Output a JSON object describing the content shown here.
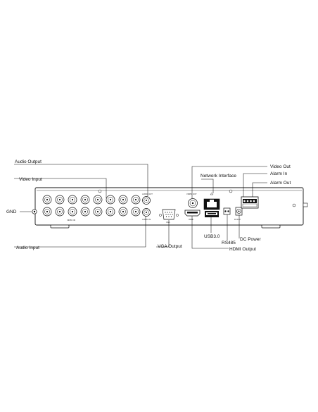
{
  "diagram": {
    "labels": {
      "audio_output": "Audio Output",
      "video_input": "Video Input",
      "gnd": "GND",
      "audio_input": "Audio Input",
      "vga_output": "VGA Output",
      "network_interface": "Network Interface",
      "video_out": "Video Out",
      "alarm_in": "Alarm In",
      "alarm_out": "Alarm Out",
      "usb30": "USB3.0",
      "rs485": "RS485",
      "dc_power": "DC Power",
      "hdmi_output": "HDMI Output"
    },
    "panel_text": {
      "audio_out": "AUDIO OUT",
      "audio_in": "AUDIO IN",
      "video_in": "VIDEO IN",
      "video_out": "VIDEO OUT",
      "vga": "VGA",
      "hdmi": "HDMI",
      "dc": "DC12V"
    }
  }
}
